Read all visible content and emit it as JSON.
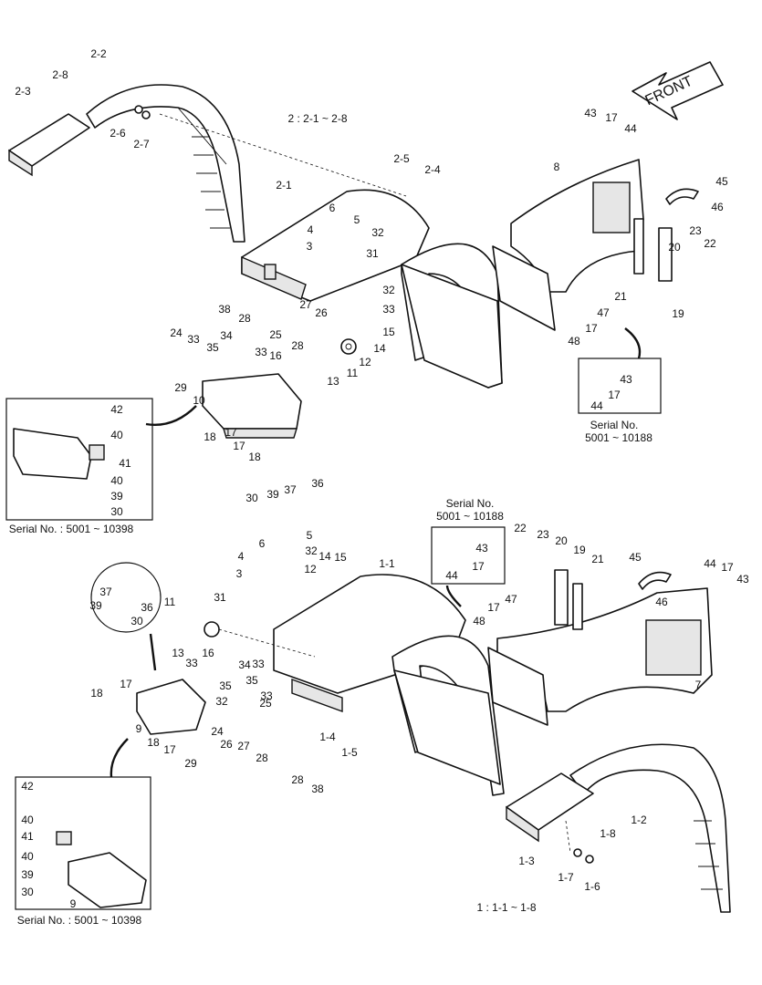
{
  "front_label": "FRONT",
  "groups": {
    "upper": "2 : 2-1 ~ 2-8",
    "lower": "1 : 1-1 ~ 1-8"
  },
  "serial_captions": {
    "left_upper": "Serial No. : 5001 ~ 10398",
    "left_lower": "Serial No. : 5001 ~ 10398",
    "right_upper_line1": "Serial No.",
    "right_upper_line2": "5001 ~ 10188",
    "mid_lower_line1": "Serial No.",
    "mid_lower_line2": "5001 ~ 10188"
  },
  "labels": [
    "2-2",
    "2-8",
    "2-3",
    "2-6",
    "2-7",
    "2-1",
    "2-5",
    "2-4",
    "6",
    "4",
    "5",
    "32",
    "3",
    "31",
    "38",
    "28",
    "27",
    "26",
    "25",
    "28",
    "32",
    "33",
    "15",
    "14",
    "12",
    "11",
    "13",
    "24",
    "33",
    "35",
    "34",
    "33",
    "16",
    "29",
    "10",
    "18",
    "17",
    "17",
    "18",
    "36",
    "30",
    "39",
    "37",
    "42",
    "40",
    "41",
    "40",
    "39",
    "30",
    "43",
    "17",
    "44",
    "8",
    "45",
    "46",
    "20",
    "23",
    "22",
    "21",
    "19",
    "47",
    "17",
    "48",
    "43",
    "17",
    "44",
    "43",
    "17",
    "44",
    "22",
    "23",
    "20",
    "19",
    "21",
    "45",
    "44",
    "17",
    "43",
    "46",
    "7",
    "47",
    "48",
    "17",
    "6",
    "5",
    "4",
    "32",
    "3",
    "14",
    "15",
    "12",
    "1-1",
    "31",
    "11",
    "13",
    "16",
    "33",
    "34",
    "35",
    "32",
    "33",
    "35",
    "33",
    "25",
    "18",
    "17",
    "9",
    "18",
    "17",
    "24",
    "26",
    "27",
    "28",
    "29",
    "1-4",
    "1-5",
    "28",
    "38",
    "37",
    "39",
    "36",
    "30",
    "42",
    "40",
    "41",
    "40",
    "39",
    "30",
    "9",
    "1-8",
    "1-2",
    "1-3",
    "1-7",
    "1-6"
  ]
}
